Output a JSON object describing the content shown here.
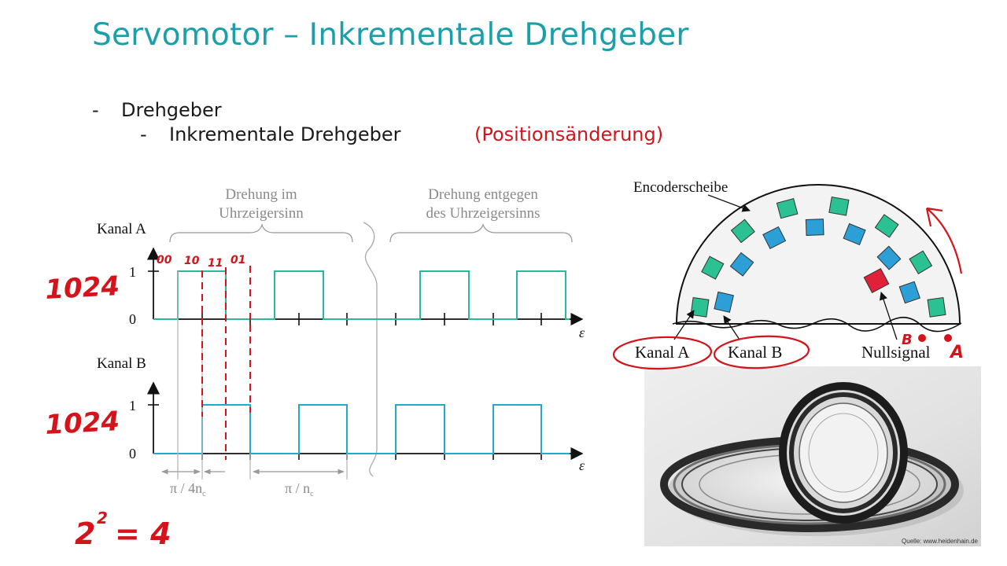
{
  "slide": {
    "title": "Servomotor – Inkrementale Drehgeber",
    "bullets": [
      {
        "dash": "-",
        "text": "Drehgeber"
      },
      {
        "dash": "-",
        "text": "Inkrementale Drehgeber"
      }
    ],
    "note": "(Positionsänderung)"
  },
  "timing_diagram": {
    "section_cw": [
      "Drehung im",
      "Uhrzeigersinn"
    ],
    "section_ccw": [
      "Drehung entgegen",
      "des Uhrzeigersinns"
    ],
    "channel_a_label": "Kanal A",
    "channel_b_label": "Kanal B",
    "level_high": "1",
    "level_low": "0",
    "axis_symbol": "ε",
    "dim_quarter": "π / 4n",
    "dim_full": "π / n",
    "dim_subscript": "c",
    "signal_a_color": "#2bb89a",
    "signal_b_color": "#25a9c9"
  },
  "encoder_diagram": {
    "disc_label": "Encoderscheibe",
    "channel_a": "Kanal A",
    "channel_b": "Kanal B",
    "null_signal": "Nullsignal",
    "track_outer_color": "#2cc192",
    "track_inner_color": "#2c9fd6",
    "null_mark_color": "#e0213a"
  },
  "photo": {
    "credit": "Quelle: www.heidenhain.de"
  },
  "handwriting": {
    "count_a": "1024",
    "count_b": "1024",
    "states": [
      "00",
      "10",
      "11",
      "01"
    ],
    "formula_base": "2",
    "formula_exp": "2",
    "formula_result": "= 4",
    "encoder_b": "B",
    "encoder_a": "A",
    "ink_color": "#d4141a"
  }
}
